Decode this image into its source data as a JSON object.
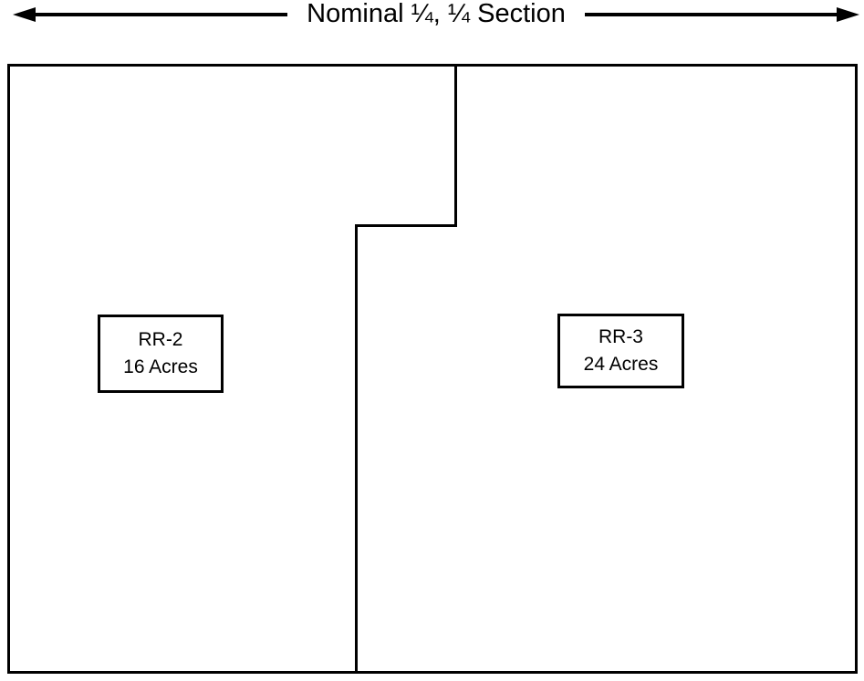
{
  "title": {
    "label": "Nominal ¼, ¼ Section"
  },
  "parcels": [
    {
      "name": "RR-2",
      "acreage": "16 Acres"
    },
    {
      "name": "RR-3",
      "acreage": "24 Acres"
    }
  ],
  "colors": {
    "line": "#000000",
    "background": "#ffffff"
  }
}
